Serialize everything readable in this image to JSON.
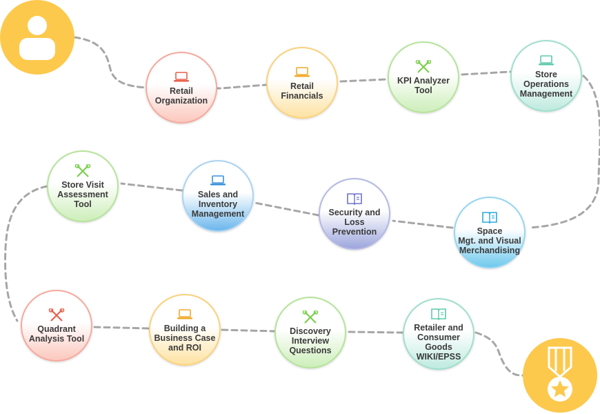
{
  "nodes": [
    {
      "label": "Retail\nOrganization",
      "icon": "laptop-icon",
      "color": "#e8604c"
    },
    {
      "label": "Retail\nFinancials",
      "icon": "laptop-icon",
      "color": "#f1a92a"
    },
    {
      "label": "KPI Analyzer\nTool",
      "icon": "tools-icon",
      "color": "#7ccf4e"
    },
    {
      "label": "Store\nOperations\nManagement",
      "icon": "laptop-icon",
      "color": "#5cc9ac"
    },
    {
      "label": "Space\nMgt. and Visual\nMerchandising",
      "icon": "book-icon",
      "color": "#2aa8df"
    },
    {
      "label": "Security and\nLoss Prevention",
      "icon": "book-icon",
      "color": "#6b73c8"
    },
    {
      "label": "Sales and\nInventory\nManagement",
      "icon": "laptop-icon",
      "color": "#3a92d8"
    },
    {
      "label": "Store Visit\nAssessment\nTool",
      "icon": "tools-icon",
      "color": "#7ccf4e"
    },
    {
      "label": "Quadrant\nAnalysis Tool",
      "icon": "tools-icon",
      "color": "#e8604c"
    },
    {
      "label": "Building a\nBusiness Case\nand ROI",
      "icon": "laptop-icon",
      "color": "#f1a92a"
    },
    {
      "label": "Discovery\nInterview\nQuestions",
      "icon": "tools-icon",
      "color": "#7ccf4e"
    },
    {
      "label": "Retailer and\nConsumer Goods\nWIKI/EPSS",
      "icon": "book-icon",
      "color": "#5cc9ac"
    }
  ],
  "start_icon": "user-avatar-icon",
  "end_icon": "medal-star-icon",
  "path_color": "#a6a6a6",
  "badge_color": "#fdc94d"
}
